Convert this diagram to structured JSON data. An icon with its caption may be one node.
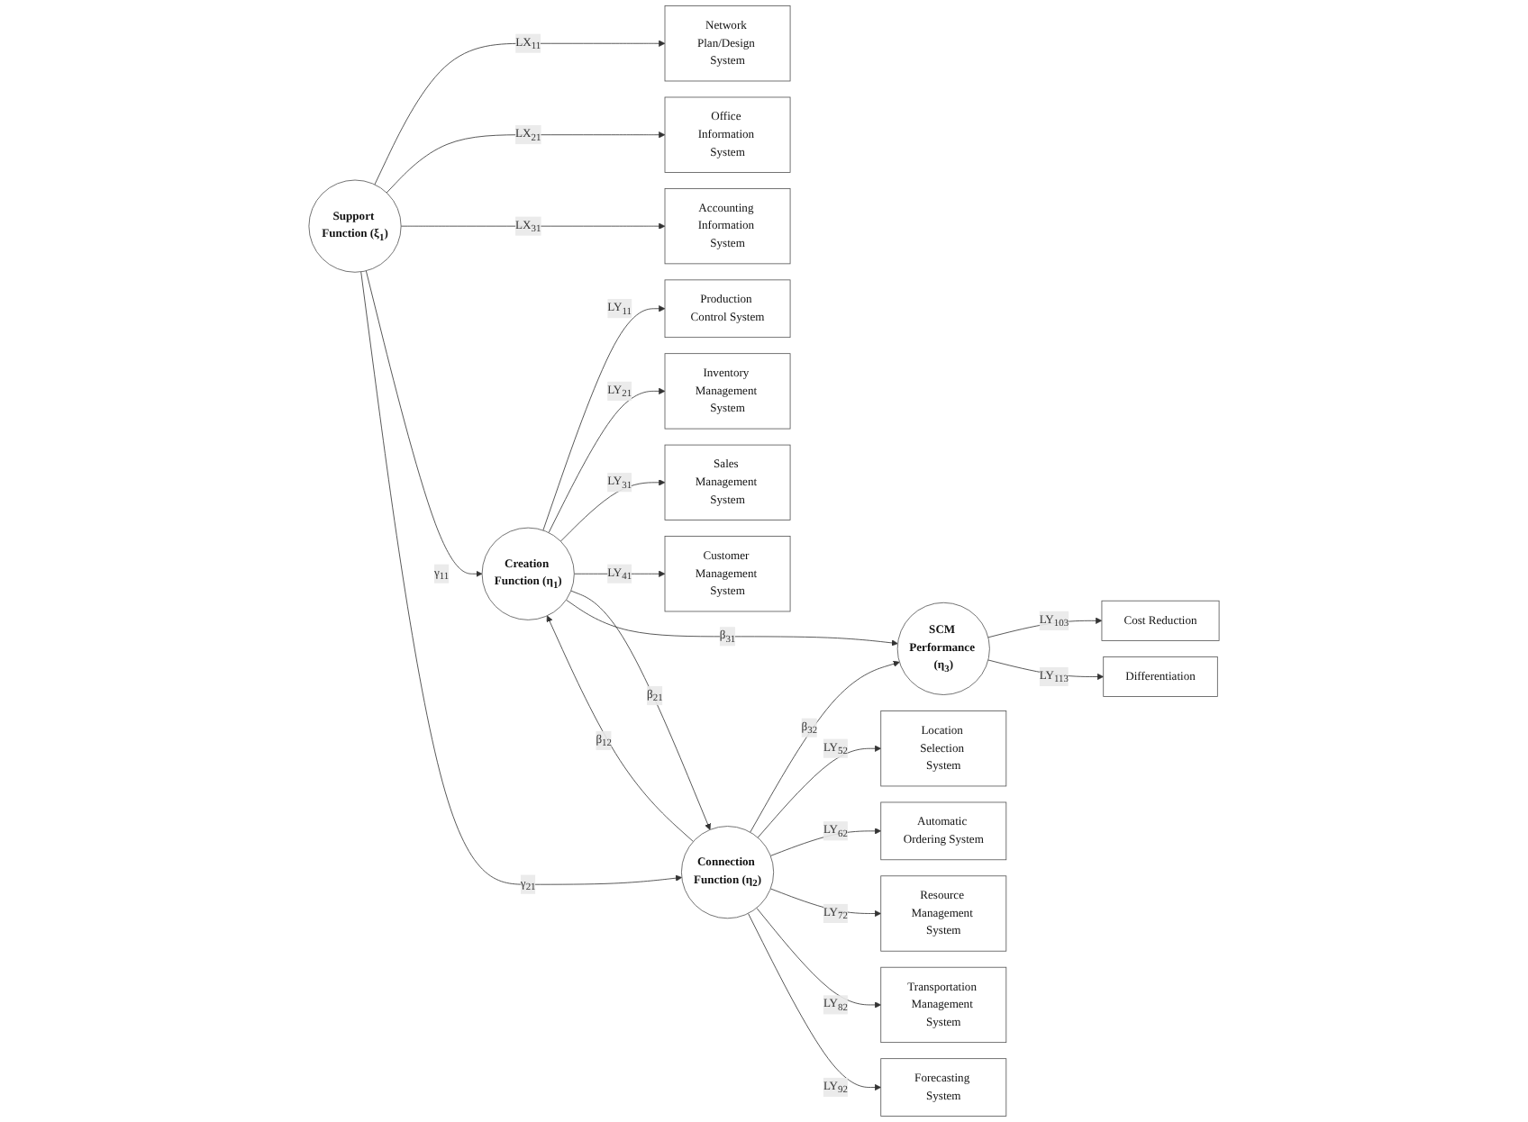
{
  "diagram": {
    "nodes": [
      {
        "text": [
          "Production Control System"
        ]
      },
      {
        "text": [
          "Inventory Management System"
        ]
      },
      {
        "text": [
          "Sales Management System"
        ]
      },
      {
        "text": [
          "Customer Management System"
        ]
      },
      {
        "text": [
          "Network Plan/Design System"
        ]
      },
      {
        "text": [
          "Creation Function (η$_{1}$)"
        ]
      },
      {
        "text": [
          "Office Information System"
        ]
      },
      {
        "text": [
          "Support Function (ξ$_{1}$)"
        ]
      },
      {
        "text": [
          "SCM Performance (η$_{3}$)"
        ]
      },
      {
        "text": [
          "Cost Reduction"
        ]
      },
      {
        "text": [
          "Accounting Information System"
        ]
      },
      {
        "text": [
          "Differentiation"
        ]
      },
      {
        "text": [
          "Connection Function (η$_{2}$)"
        ]
      },
      {
        "text": [
          "Location Selection System"
        ]
      },
      {
        "text": [
          "Automatic Ordering System"
        ]
      },
      {
        "text": [
          "Resource Management System"
        ]
      },
      {
        "text": [
          "Transportation Management System"
        ]
      },
      {
        "text": [
          "Forecasting System"
        ]
      }
    ],
    "edges": [
      {
        "from": 5,
        "to": 0,
        "arrow": "to",
        "label": "LY$_{11}$"
      },
      {
        "from": 5,
        "to": 1,
        "arrow": "to",
        "label": "LY$_{21}$"
      },
      {
        "from": 5,
        "to": 2,
        "arrow": "to",
        "label": "LY$_{31}$"
      },
      {
        "from": 5,
        "to": 3,
        "arrow": "to",
        "label": "LY$_{41}$"
      },
      {
        "from": 7,
        "to": 4,
        "arrow": "to",
        "label": "LX$_{11}$"
      },
      {
        "from": 7,
        "to": 6,
        "arrow": "to",
        "label": "LX$_{21}$"
      },
      {
        "from": 7,
        "to": 10,
        "arrow": "to",
        "label": "LX$_{31}$"
      },
      {
        "from": 7,
        "to": 5,
        "arrow": "to",
        "label": "γ$_{11}$"
      },
      {
        "from": 7,
        "to": 12,
        "arrow": "to",
        "label": "γ$_{21}$"
      },
      {
        "from": 5,
        "to": 12,
        "arrow": "to",
        "label": "β$_{21}$"
      },
      {
        "from": 12,
        "to": 5,
        "arrow": "to",
        "label": "β$_{12}$"
      },
      {
        "from": 5,
        "to": 8,
        "arrow": "to",
        "label": "β$_{31}$"
      },
      {
        "from": 12,
        "to": 8,
        "arrow": "to",
        "label": "β$_{32}$"
      },
      {
        "from": 8,
        "to": 9,
        "arrow": "to",
        "label": "LY$_{103}$"
      },
      {
        "from": 8,
        "to": 11,
        "arrow": "to",
        "label": "LY$_{113}$"
      },
      {
        "from": 12,
        "to": 13,
        "arrow": "to",
        "label": "LY$_{52}$"
      },
      {
        "from": 12,
        "to": 14,
        "arrow": "to",
        "label": "LY$_{62}$"
      },
      {
        "from": 12,
        "to": 15,
        "arrow": "to",
        "label": "LY$_{72}$"
      },
      {
        "from": 12,
        "to": 16,
        "arrow": "to",
        "label": "LY$_{82}$"
      },
      {
        "from": 12,
        "to": 17,
        "arrow": "to",
        "label": "LY$_{92}$"
      }
    ]
  }
}
